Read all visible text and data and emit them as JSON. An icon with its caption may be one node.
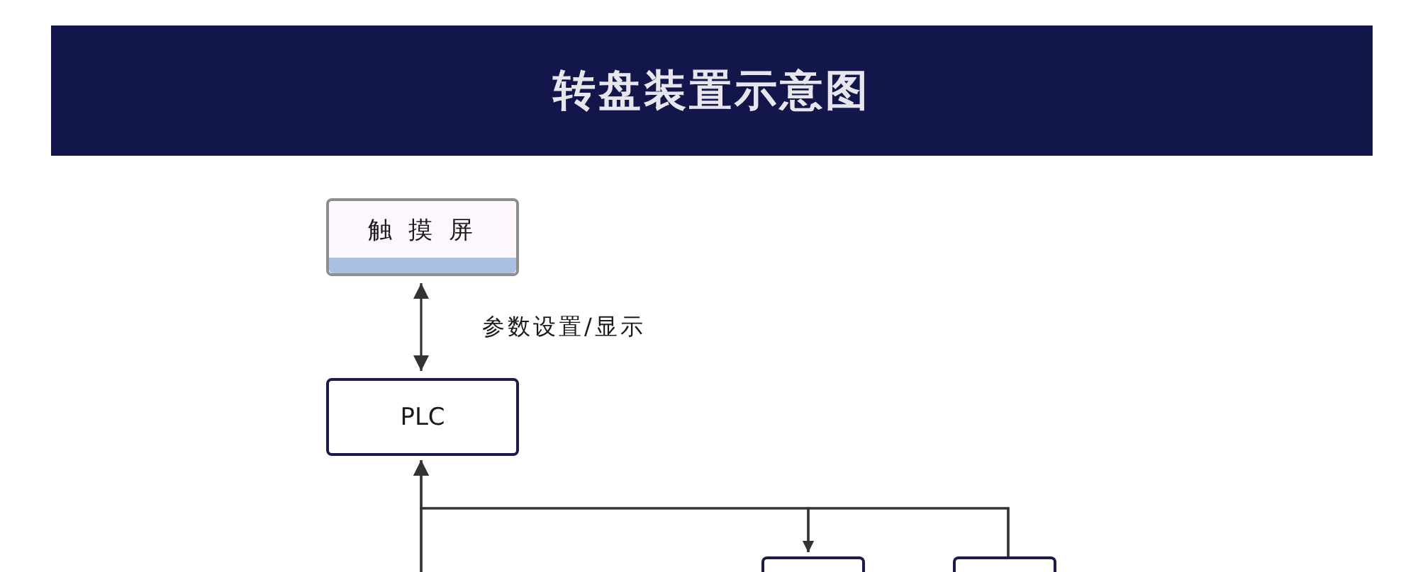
{
  "diagram": {
    "title": "转盘装置示意图",
    "nodes": [
      {
        "text": [
          "触 摸 屏"
        ]
      },
      {
        "text": [
          "PLC"
        ]
      },
      {
        "text": [],
        "shape": "box"
      },
      {
        "text": [],
        "shape": "box"
      }
    ],
    "edges": [
      {
        "from": 0,
        "to": 1,
        "arrow": "both",
        "label": "参数设置/显示"
      },
      {
        "from": null,
        "to": 1,
        "arrow": "to"
      },
      {
        "from": 3,
        "to": 1,
        "arrow": "to"
      },
      {
        "from": 3,
        "to": 2,
        "arrow": "to"
      },
      {
        "from": null,
        "to": 2,
        "arrow": "to"
      }
    ]
  }
}
